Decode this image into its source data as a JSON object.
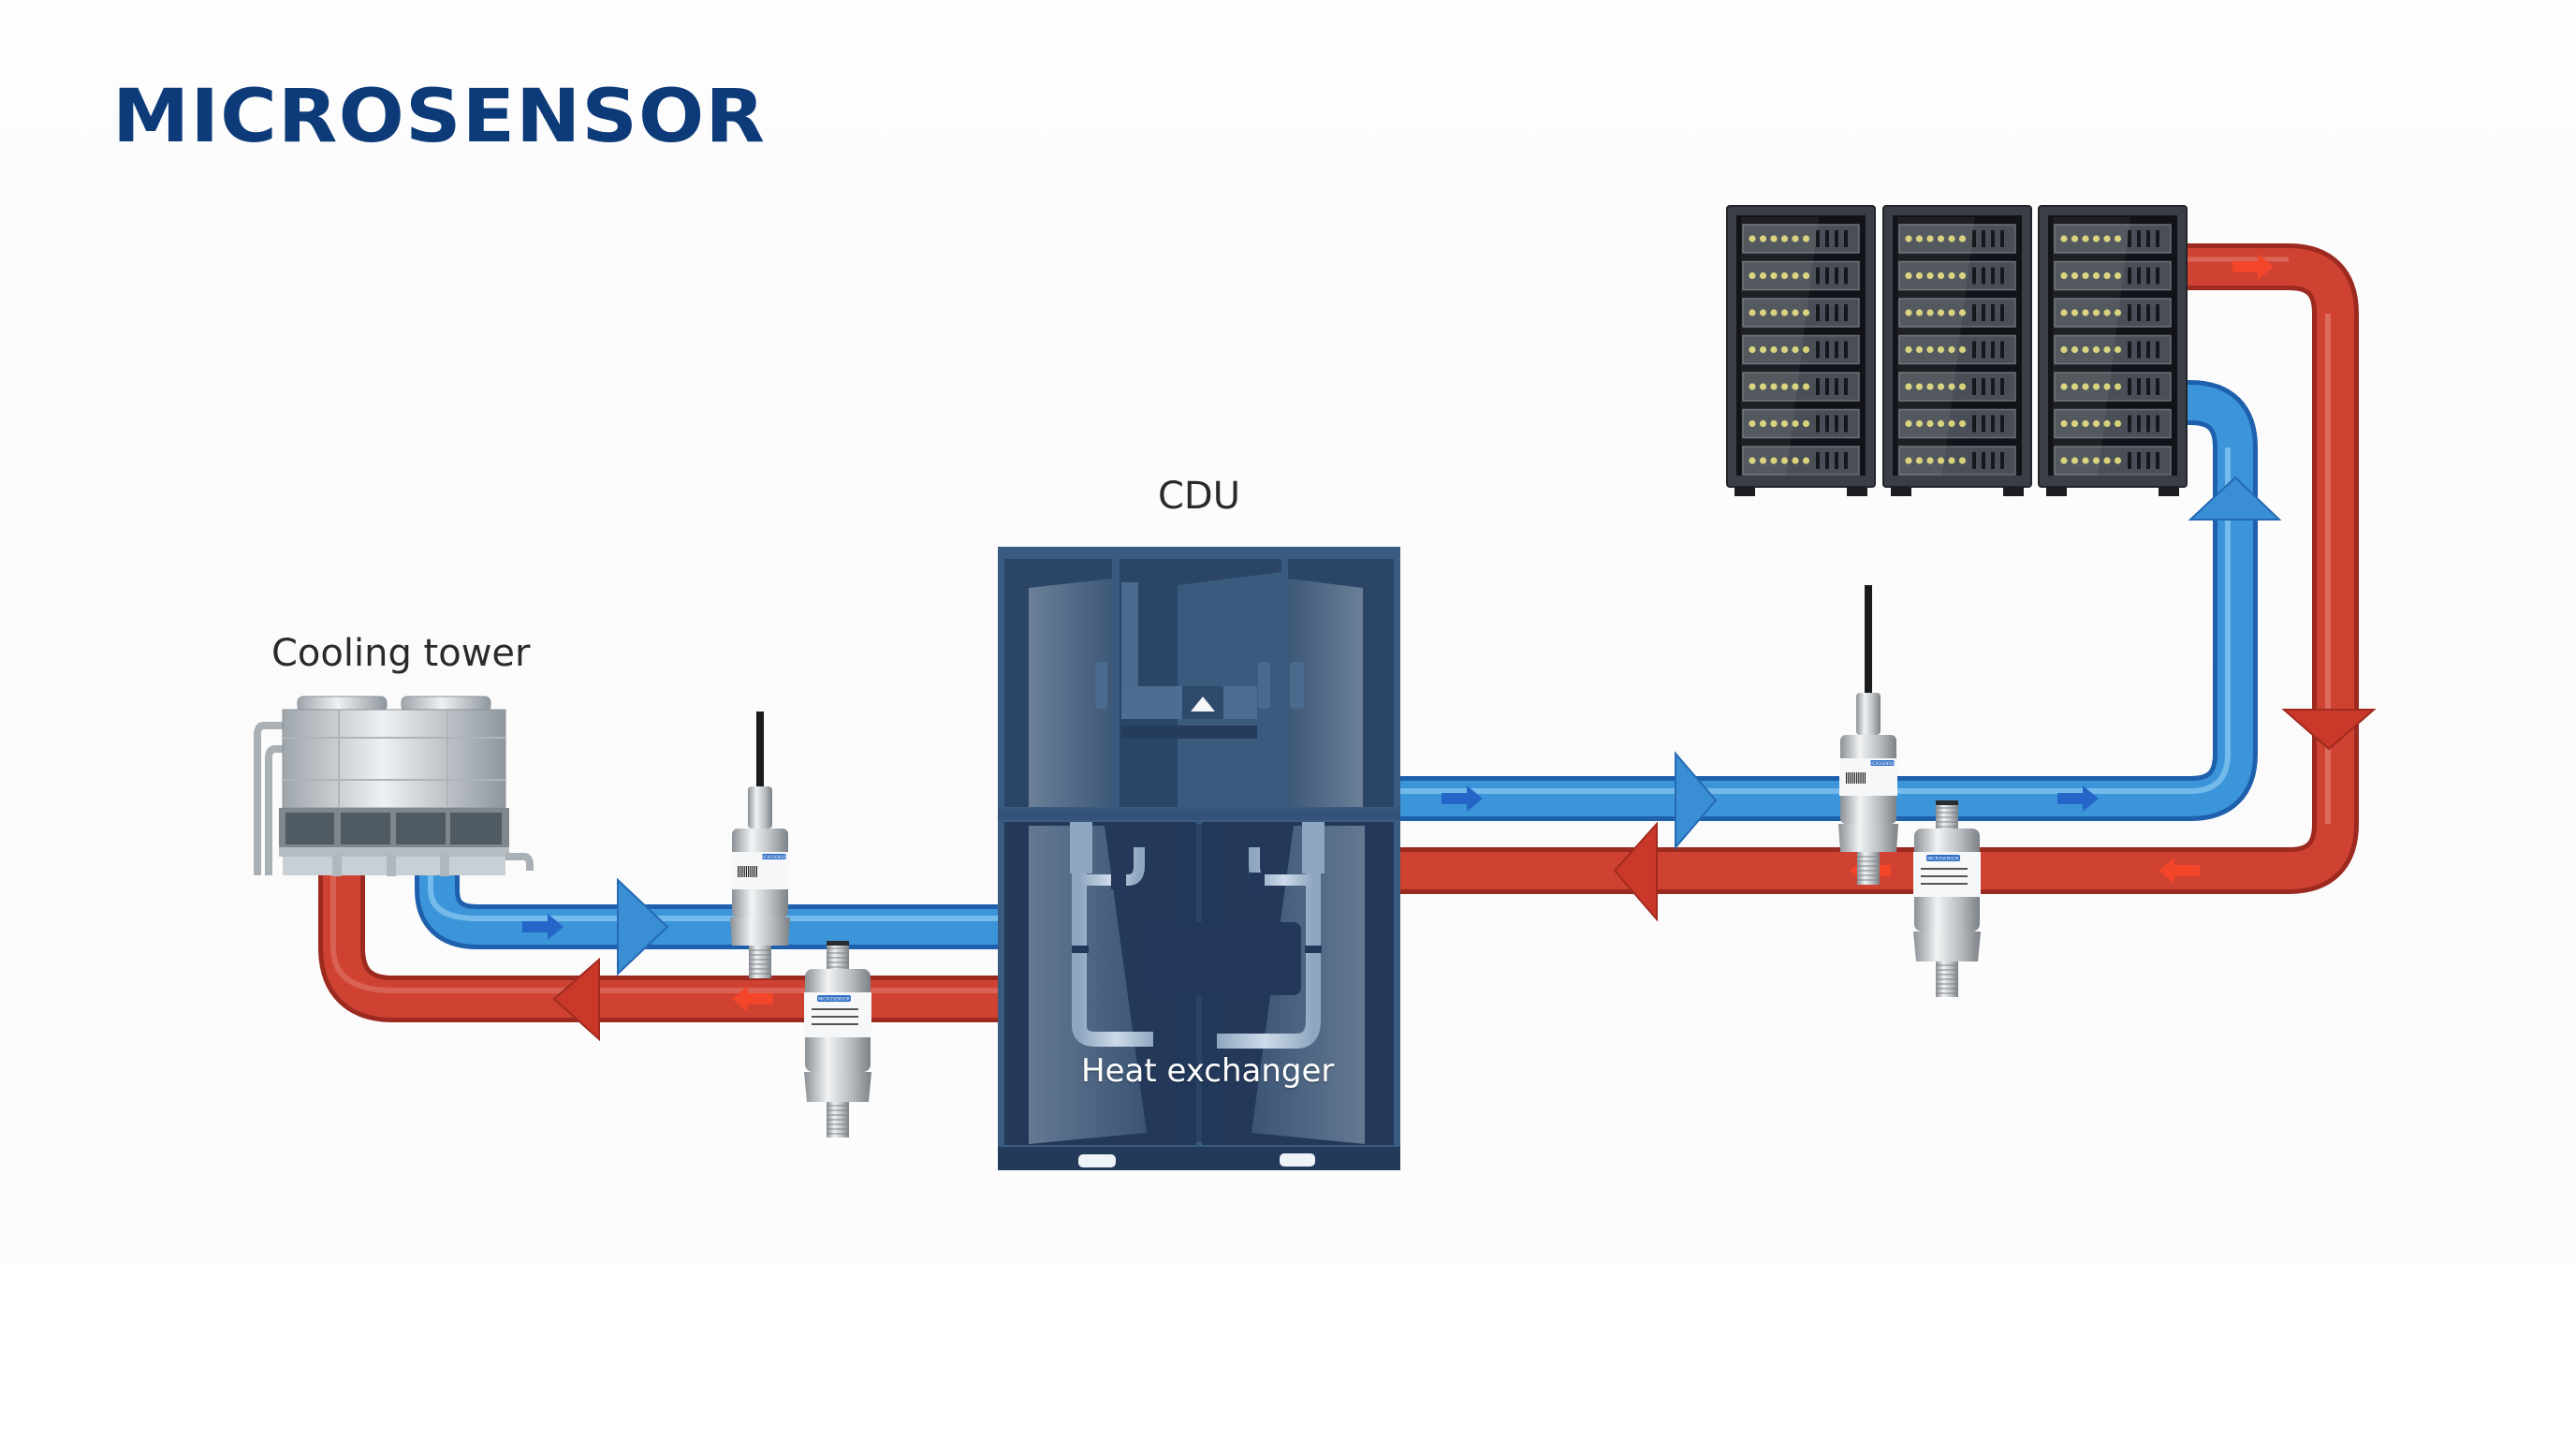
{
  "brand": {
    "logo_text": "MICROSENSOR",
    "logo_color": "#0d3b7a"
  },
  "labels": {
    "cdu": "CDU",
    "cooling_tower": "Cooling tower",
    "heat_exchanger": "Heat exchanger"
  },
  "components": [
    {
      "id": "cooling-tower",
      "label": "Cooling tower"
    },
    {
      "id": "cdu",
      "label": "CDU"
    },
    {
      "id": "heat-exchanger",
      "label": "Heat exchanger",
      "parent": "cdu"
    },
    {
      "id": "server-racks",
      "count": 3,
      "units_per_rack": 7,
      "leds_per_unit": 6
    },
    {
      "id": "pressure-sensors",
      "count": 4,
      "brand_label": "MICROSENSOR"
    }
  ],
  "flows": [
    {
      "loop": "primary",
      "from": "cooling-tower",
      "to": "cdu",
      "type": "cold supply",
      "color": "#2f86cf"
    },
    {
      "loop": "primary",
      "from": "cdu",
      "to": "cooling-tower",
      "type": "hot return",
      "color": "#c83a2c"
    },
    {
      "loop": "secondary",
      "from": "cdu",
      "to": "server-racks",
      "type": "cold supply",
      "color": "#2f86cf"
    },
    {
      "loop": "secondary",
      "from": "server-racks",
      "to": "cdu",
      "type": "hot return",
      "color": "#c83a2c"
    }
  ],
  "colors": {
    "cold_pipe": "#2f86cf",
    "hot_pipe": "#c83a2c",
    "cdu_body": "#2e4d6e",
    "rack_body": "#2b2f36",
    "led": "#d8d27a"
  }
}
